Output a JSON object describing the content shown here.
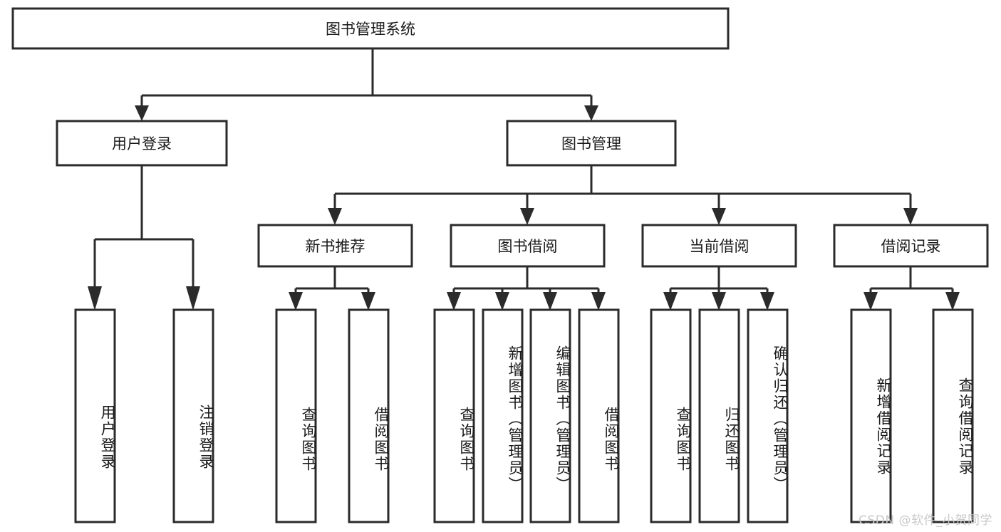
{
  "diagram": {
    "title": "图书管理系统",
    "type": "tree-diagram",
    "watermark": "CSDN @软件_小贺同学",
    "colors": {
      "stroke": "#2b2b2b",
      "fill": "#ffffff",
      "text": "#1a1a1a",
      "watermark": "#c9c9c9"
    },
    "root": {
      "label": "图书管理系统",
      "orientation": "horizontal"
    },
    "level2": [
      {
        "label": "用户登录",
        "orientation": "horizontal"
      },
      {
        "label": "图书管理",
        "orientation": "horizontal"
      }
    ],
    "level3": [
      {
        "label": "新书推荐",
        "orientation": "horizontal",
        "parent": "图书管理"
      },
      {
        "label": "图书借阅",
        "orientation": "horizontal",
        "parent": "图书管理"
      },
      {
        "label": "当前借阅",
        "orientation": "horizontal",
        "parent": "图书管理"
      },
      {
        "label": "借阅记录",
        "orientation": "horizontal",
        "parent": "图书管理"
      }
    ],
    "leaves": {
      "user_login": [
        {
          "label": "用户登录",
          "orientation": "vertical"
        },
        {
          "label": "注销登录",
          "orientation": "vertical"
        }
      ],
      "new_book_rec": [
        {
          "label": "查询图书",
          "orientation": "vertical"
        },
        {
          "label": "借阅图书",
          "orientation": "vertical"
        }
      ],
      "book_borrow": [
        {
          "label": "查询图书",
          "orientation": "vertical"
        },
        {
          "label": "新增图书（管理员）",
          "orientation": "vertical"
        },
        {
          "label": "编辑图书（管理员）",
          "orientation": "vertical"
        },
        {
          "label": "借阅图书",
          "orientation": "vertical"
        }
      ],
      "current_borrow": [
        {
          "label": "查询图书",
          "orientation": "vertical"
        },
        {
          "label": "归还图书",
          "orientation": "vertical"
        },
        {
          "label": "确认归还（管理员）",
          "orientation": "vertical"
        }
      ],
      "borrow_record": [
        {
          "label": "新增借阅记录",
          "orientation": "vertical"
        },
        {
          "label": "查询借阅记录",
          "orientation": "vertical"
        }
      ]
    }
  }
}
